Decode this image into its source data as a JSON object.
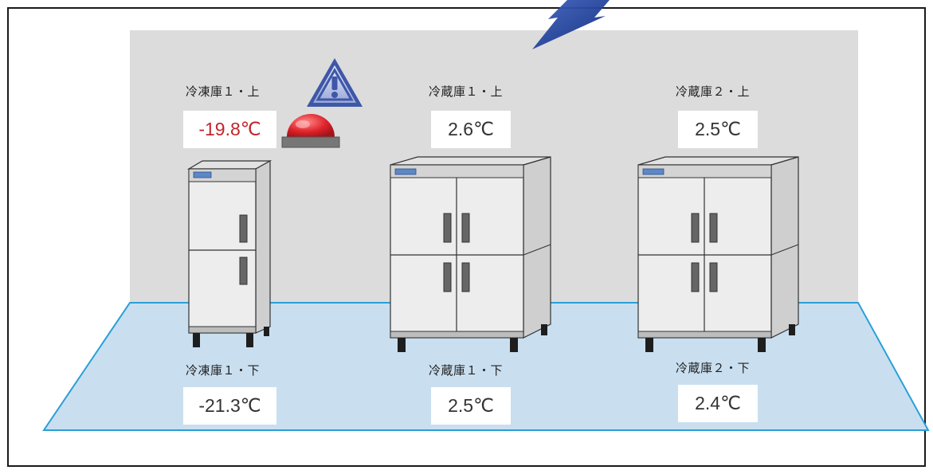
{
  "units": [
    {
      "id": "freezer-1-top",
      "label": "冷凍庫１・上",
      "temperature": "-19.8℃",
      "alarm": true
    },
    {
      "id": "fridge-1-top",
      "label": "冷蔵庫１・上",
      "temperature": "2.6℃",
      "alarm": false
    },
    {
      "id": "fridge-2-top",
      "label": "冷蔵庫２・上",
      "temperature": "2.5℃",
      "alarm": false
    },
    {
      "id": "freezer-1-bottom",
      "label": "冷凍庫１・下",
      "temperature": "-21.3℃",
      "alarm": false
    },
    {
      "id": "fridge-1-bottom",
      "label": "冷蔵庫１・下",
      "temperature": "2.5℃",
      "alarm": false
    },
    {
      "id": "fridge-2-bottom",
      "label": "冷蔵庫２・下",
      "temperature": "2.4℃",
      "alarm": false
    }
  ],
  "icons": {
    "warning": "warning-triangle-icon",
    "alarm": "red-alarm-light-icon",
    "signal": "lightning-bolt-icon"
  },
  "colors": {
    "alert_text": "#c0262c",
    "floor": "#c9dff0",
    "floor_border": "#2a9fd8",
    "wall": "#dcdcdc"
  }
}
